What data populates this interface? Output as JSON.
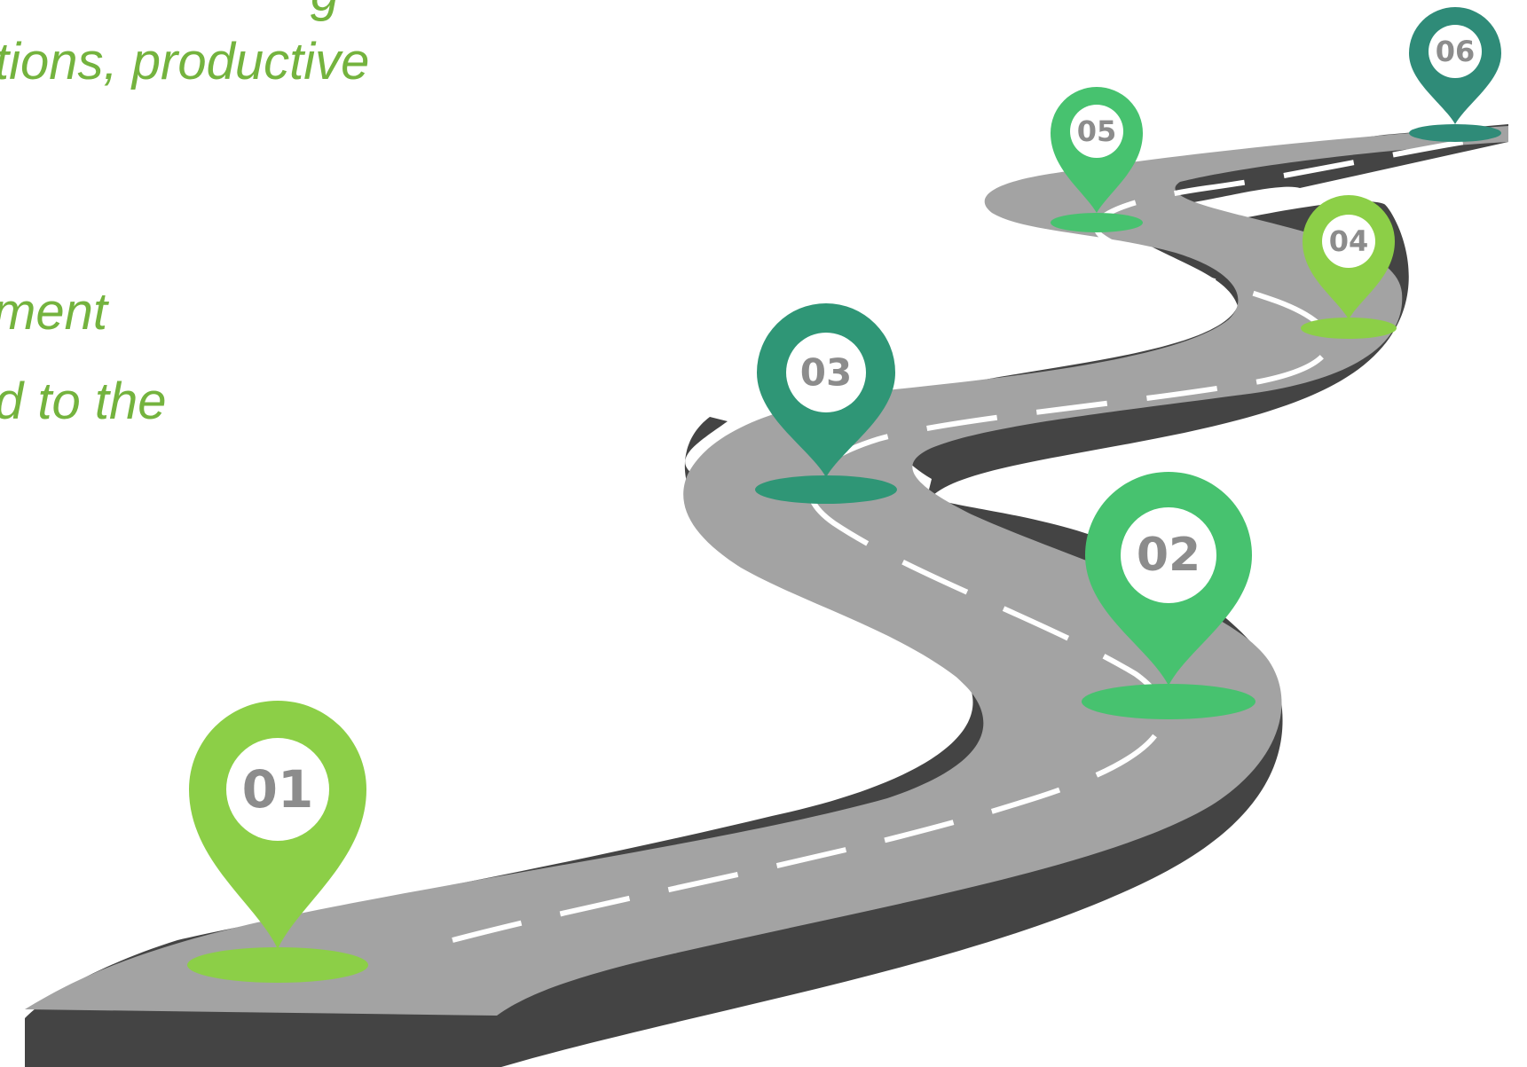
{
  "text_fragments": [
    "g",
    "tions, productive",
    "ment",
    "d to the"
  ],
  "milestones": [
    {
      "label": "01",
      "color": "#8ccf47"
    },
    {
      "label": "02",
      "color": "#47c26f"
    },
    {
      "label": "03",
      "color": "#2f9676"
    },
    {
      "label": "04",
      "color": "#8ccf47"
    },
    {
      "label": "05",
      "color": "#47c26f"
    },
    {
      "label": "06",
      "color": "#2f8b78"
    }
  ],
  "colors": {
    "text": "#74b33e",
    "road_surface": "#a3a3a3",
    "road_side": "#444444",
    "lane_marking": "#ffffff",
    "pin_label": "#8c8c8c"
  }
}
